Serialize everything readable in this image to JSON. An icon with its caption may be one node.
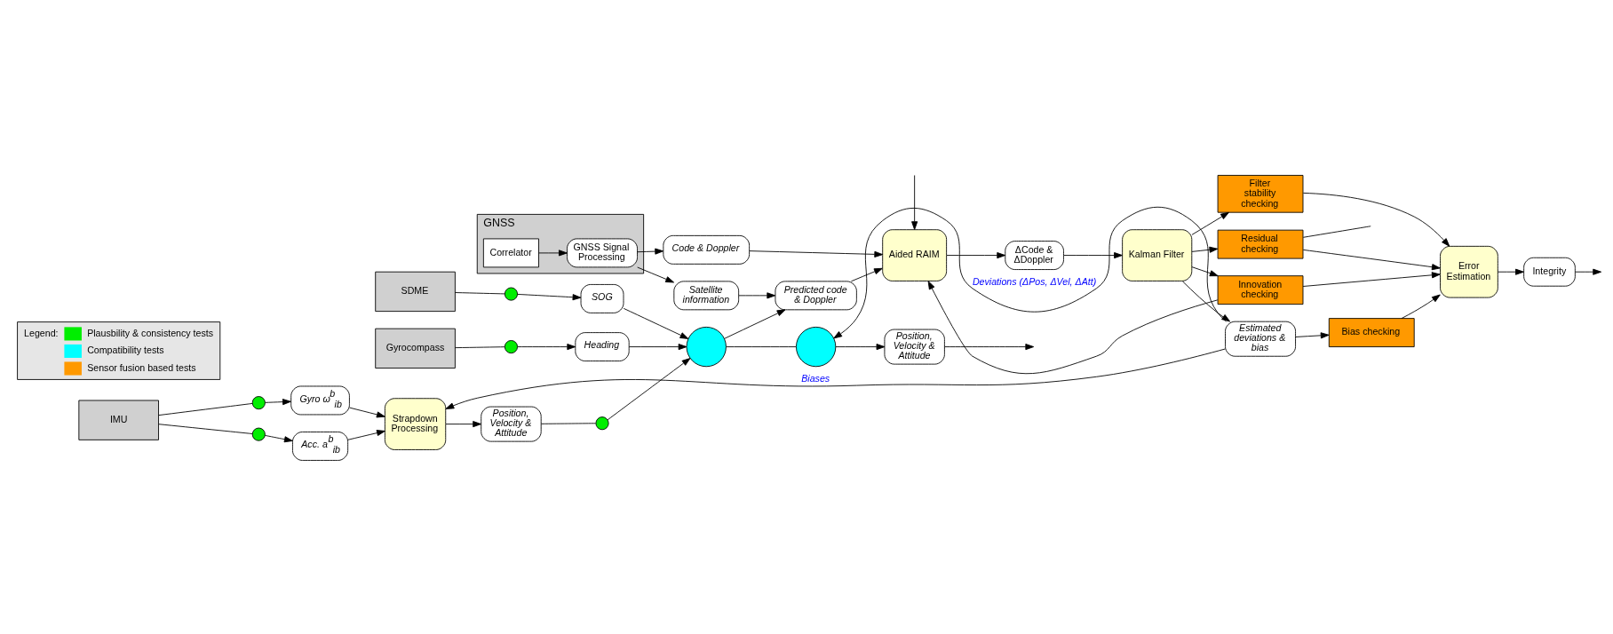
{
  "diagram": {
    "nodes": [
      {
        "text": [
          "Gyrocompass"
        ]
      },
      {
        "text": [],
        "shape": "circle"
      },
      {
        "text": [
          "Heading"
        ]
      },
      {
        "text": [],
        "shape": "circle"
      },
      {
        "text": [],
        "shape": "circle"
      },
      {
        "text": [
          "Position, Velocity & Attitude"
        ]
      },
      {
        "text": [
          "SDME"
        ]
      },
      {
        "text": [],
        "shape": "circle"
      },
      {
        "text": [
          "SOG"
        ]
      },
      {
        "text": [
          "IMU"
        ]
      },
      {
        "text": [],
        "shape": "circle"
      },
      {
        "text": [
          "Gyro ω$^{b}$$_{ib}$"
        ]
      },
      {
        "text": [],
        "shape": "circle"
      },
      {
        "text": [
          "Acc. a$^{b}$$_{ib}$"
        ]
      },
      {
        "text": [
          "Strapdown Processing"
        ]
      },
      {
        "text": [
          "Position, Velocity & Attitude"
        ]
      },
      {
        "text": [],
        "shape": "circle"
      },
      {
        "text": [
          "Estimated deviations & bias"
        ]
      },
      {
        "text": [
          "Bias checking"
        ]
      },
      {
        "text": [
          "GNSS"
        ]
      },
      {
        "text": [
          "Correlator"
        ],
        "in": 19
      },
      {
        "text": [
          "GNSS Signal Processing"
        ],
        "in": 19
      },
      {
        "text": [
          "Satellite information"
        ]
      },
      {
        "text": [
          "Predicted code & Doppler"
        ]
      },
      {
        "text": [
          "Code & Doppler"
        ]
      },
      {
        "text": [
          "Aided RAIM"
        ]
      },
      {
        "text": [
          "Filter stability checking"
        ]
      },
      {
        "text": [
          "Kalman Filter"
        ]
      },
      {
        "text": [
          "Residual checking"
        ]
      },
      {
        "text": [
          "Error Estimation"
        ]
      },
      {
        "text": [
          "Integrity"
        ]
      },
      {
        "text": [
          "ΔCode & ΔDoppler"
        ]
      },
      {
        "text": [
          "Innovation checking"
        ]
      }
    ],
    "edges": [
      {
        "from": 0,
        "to": 1,
        "arrow": "none"
      },
      {
        "from": 1,
        "to": 2,
        "arrow": "to"
      },
      {
        "from": 2,
        "to": 3,
        "arrow": "to"
      },
      {
        "from": 6,
        "to": 7,
        "arrow": "none"
      },
      {
        "from": 7,
        "to": 8,
        "arrow": "to"
      },
      {
        "from": 8,
        "to": 3,
        "arrow": "to"
      },
      {
        "from": 9,
        "to": 10,
        "arrow": "none"
      },
      {
        "from": 10,
        "to": 11,
        "arrow": "to"
      },
      {
        "from": 11,
        "to": 14,
        "arrow": "to"
      },
      {
        "from": 9,
        "to": 12,
        "arrow": "none"
      },
      {
        "from": 12,
        "to": 13,
        "arrow": "to"
      },
      {
        "from": 13,
        "to": 14,
        "arrow": "to"
      },
      {
        "from": 14,
        "to": 15,
        "arrow": "to"
      },
      {
        "from": 15,
        "to": 16,
        "arrow": "none"
      },
      {
        "from": 16,
        "to": 3,
        "arrow": "to"
      },
      {
        "from": 3,
        "to": 4,
        "arrow": "none"
      },
      {
        "from": 4,
        "to": 5,
        "arrow": "to"
      },
      {
        "from": 5,
        "to": null,
        "arrow": "to"
      },
      {
        "from": 3,
        "to": 23,
        "arrow": "to"
      },
      {
        "from": 17,
        "to": 14,
        "arrow": "to",
        "label": "Biases"
      },
      {
        "from": 17,
        "to": 4,
        "arrow": "to",
        "label": "Deviations (ΔPos, ΔVel, ΔAtt)"
      },
      {
        "from": 20,
        "to": 21,
        "arrow": "to"
      },
      {
        "from": 21,
        "to": 22,
        "arrow": "to"
      },
      {
        "from": 21,
        "to": 24,
        "arrow": "to"
      },
      {
        "from": 22,
        "to": 23,
        "arrow": "to"
      },
      {
        "from": 23,
        "to": 25,
        "arrow": "to"
      },
      {
        "from": 24,
        "to": 25,
        "arrow": "to"
      },
      {
        "from": 25,
        "to": 31,
        "arrow": "to"
      },
      {
        "from": 31,
        "to": 27,
        "arrow": "to"
      },
      {
        "from": 27,
        "to": 17,
        "arrow": "to"
      },
      {
        "from": 17,
        "to": 18,
        "arrow": "to"
      },
      {
        "from": 27,
        "to": 26,
        "arrow": "to"
      },
      {
        "from": 27,
        "to": 28,
        "arrow": "to"
      },
      {
        "from": 27,
        "to": 32,
        "arrow": "to"
      },
      {
        "from": 18,
        "to": 29,
        "arrow": "to"
      },
      {
        "from": 26,
        "to": 29,
        "arrow": "to"
      },
      {
        "from": 28,
        "to": 29,
        "arrow": "to"
      },
      {
        "from": 32,
        "to": 29,
        "arrow": "to"
      },
      {
        "from": 29,
        "to": 30,
        "arrow": "to"
      },
      {
        "from": 30,
        "to": null,
        "arrow": "to"
      },
      {
        "from": 32,
        "to": 25,
        "arrow": "to"
      },
      {
        "from": 28,
        "to": null,
        "arrow": "none"
      },
      {
        "from": null,
        "to": 25,
        "arrow": "to"
      }
    ],
    "labels": [
      "Legend:"
    ],
    "legend": [
      {
        "text": "Plausbility & consistency tests",
        "color": "#00ee00"
      },
      {
        "text": "Compatibility tests",
        "color": "#00ffff"
      },
      {
        "text": "Sensor fusion based tests",
        "color": "#ff9900"
      }
    ]
  }
}
